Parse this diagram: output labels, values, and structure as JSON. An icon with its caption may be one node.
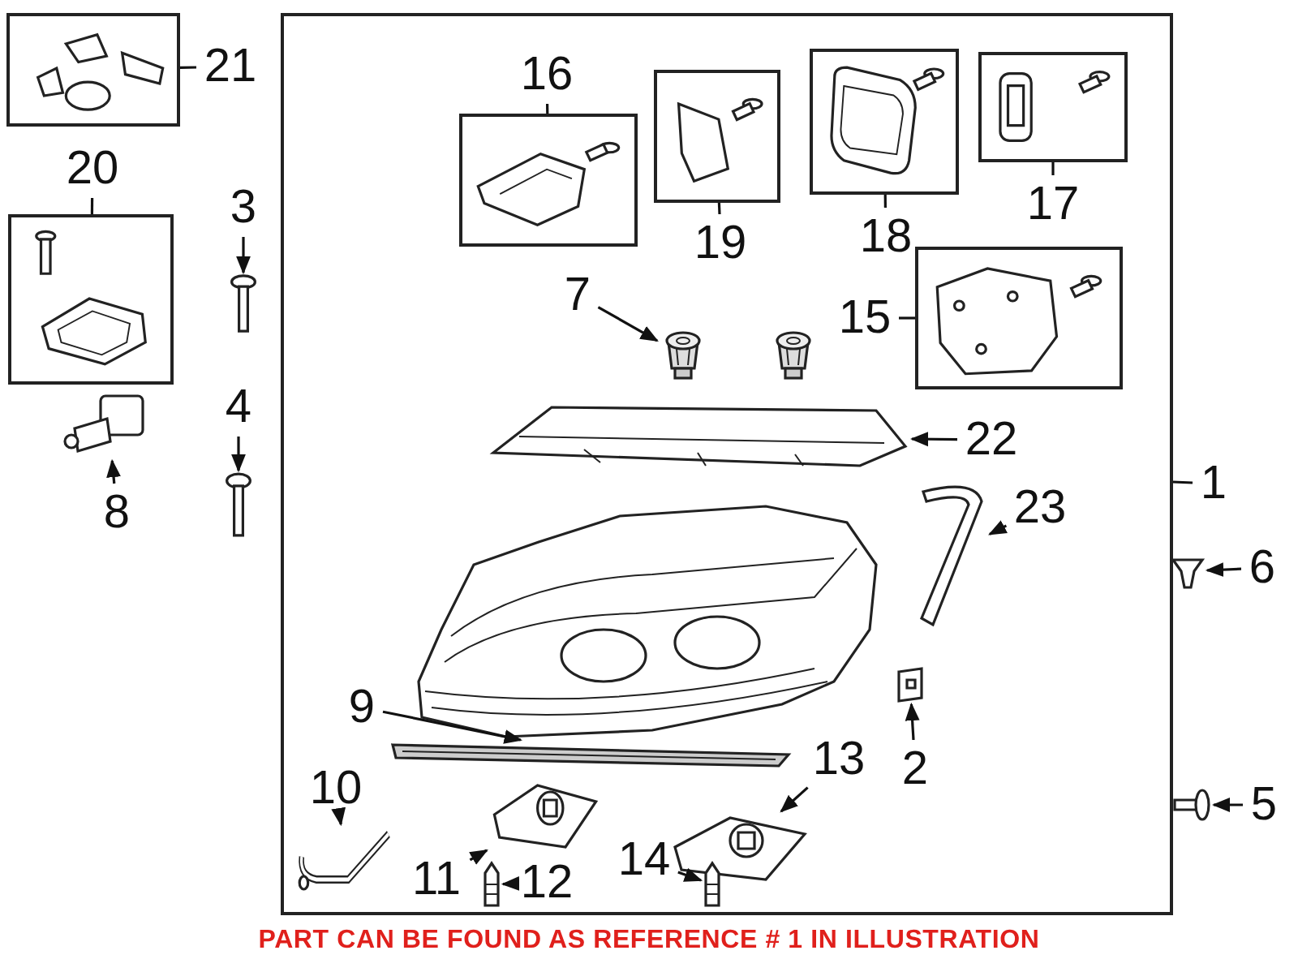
{
  "diagram": {
    "nodes": [
      {
        "text": [],
        "shape": "box"
      },
      {
        "text": [
          "1"
        ]
      },
      {
        "text": [
          "21"
        ]
      },
      {
        "text": [],
        "shape": "box"
      },
      {
        "text": [
          "20"
        ]
      },
      {
        "text": [],
        "shape": "box"
      },
      {
        "text": [
          "3"
        ]
      },
      {
        "text": [],
        "shape": "picture"
      },
      {
        "text": [
          "4"
        ]
      },
      {
        "text": [],
        "shape": "picture"
      },
      {
        "text": [
          "8"
        ]
      },
      {
        "text": [],
        "shape": "picture"
      },
      {
        "text": [
          "16"
        ],
        "in": 0
      },
      {
        "text": [],
        "shape": "box",
        "in": 0
      },
      {
        "text": [
          "19"
        ],
        "in": 0
      },
      {
        "text": [],
        "shape": "box",
        "in": 0
      },
      {
        "text": [
          "18"
        ],
        "in": 0
      },
      {
        "text": [],
        "shape": "box",
        "in": 0
      },
      {
        "text": [
          "17"
        ],
        "in": 0
      },
      {
        "text": [],
        "shape": "box",
        "in": 0
      },
      {
        "text": [
          "15"
        ],
        "in": 0
      },
      {
        "text": [],
        "shape": "box",
        "in": 0
      },
      {
        "text": [
          "7"
        ],
        "in": 0
      },
      {
        "text": [],
        "shape": "picture",
        "in": 0
      },
      {
        "text": [
          "22"
        ],
        "in": 0
      },
      {
        "text": [],
        "shape": "picture",
        "in": 0
      },
      {
        "text": [
          "23"
        ],
        "in": 0
      },
      {
        "text": [],
        "shape": "picture",
        "in": 0
      },
      {
        "text": [
          "6"
        ]
      },
      {
        "text": [],
        "shape": "picture"
      },
      {
        "text": [
          "9"
        ],
        "in": 0
      },
      {
        "text": [],
        "shape": "picture",
        "in": 0
      },
      {
        "text": [
          "2"
        ],
        "in": 0
      },
      {
        "text": [],
        "shape": "picture",
        "in": 0
      },
      {
        "text": [
          "10"
        ],
        "in": 0
      },
      {
        "text": [],
        "shape": "picture",
        "in": 0
      },
      {
        "text": [
          "13"
        ],
        "in": 0
      },
      {
        "text": [],
        "shape": "picture",
        "in": 0
      },
      {
        "text": [
          "5"
        ]
      },
      {
        "text": [],
        "shape": "picture"
      },
      {
        "text": [
          "11"
        ],
        "in": 0
      },
      {
        "text": [],
        "shape": "picture",
        "in": 0
      },
      {
        "text": [
          "12"
        ],
        "in": 0
      },
      {
        "text": [],
        "shape": "picture",
        "in": 0
      },
      {
        "text": [
          "14"
        ],
        "in": 0
      },
      {
        "text": [],
        "shape": "picture",
        "in": 0
      }
    ],
    "edges": [
      {
        "from": 1,
        "to": 0,
        "arrow": "none"
      },
      {
        "from": 2,
        "to": 3,
        "arrow": "none"
      },
      {
        "from": 4,
        "to": 5,
        "arrow": "none"
      },
      {
        "from": 6,
        "to": 7,
        "arrow": "to"
      },
      {
        "from": 8,
        "to": 9,
        "arrow": "to"
      },
      {
        "from": 10,
        "to": 11,
        "arrow": "to"
      },
      {
        "from": 12,
        "to": 13,
        "arrow": "none"
      },
      {
        "from": 14,
        "to": 15,
        "arrow": "none"
      },
      {
        "from": 16,
        "to": 17,
        "arrow": "none"
      },
      {
        "from": 18,
        "to": 19,
        "arrow": "none"
      },
      {
        "from": 20,
        "to": 21,
        "arrow": "none"
      },
      {
        "from": 22,
        "to": 23,
        "arrow": "to"
      },
      {
        "from": 24,
        "to": 25,
        "arrow": "to"
      },
      {
        "from": 26,
        "to": 27,
        "arrow": "to"
      },
      {
        "from": 28,
        "to": 29,
        "arrow": "to"
      },
      {
        "from": 30,
        "to": 31,
        "arrow": "to"
      },
      {
        "from": 32,
        "to": 33,
        "arrow": "to"
      },
      {
        "from": 34,
        "to": 35,
        "arrow": "to"
      },
      {
        "from": 36,
        "to": 37,
        "arrow": "to"
      },
      {
        "from": 38,
        "to": 39,
        "arrow": "to"
      },
      {
        "from": 40,
        "to": 41,
        "arrow": "to"
      },
      {
        "from": 42,
        "to": 43,
        "arrow": "to"
      },
      {
        "from": 44,
        "to": 45,
        "arrow": "to"
      }
    ],
    "labels": [
      "PART CAN BE FOUND AS REFERENCE # 1 IN ILLUSTRATION"
    ]
  }
}
